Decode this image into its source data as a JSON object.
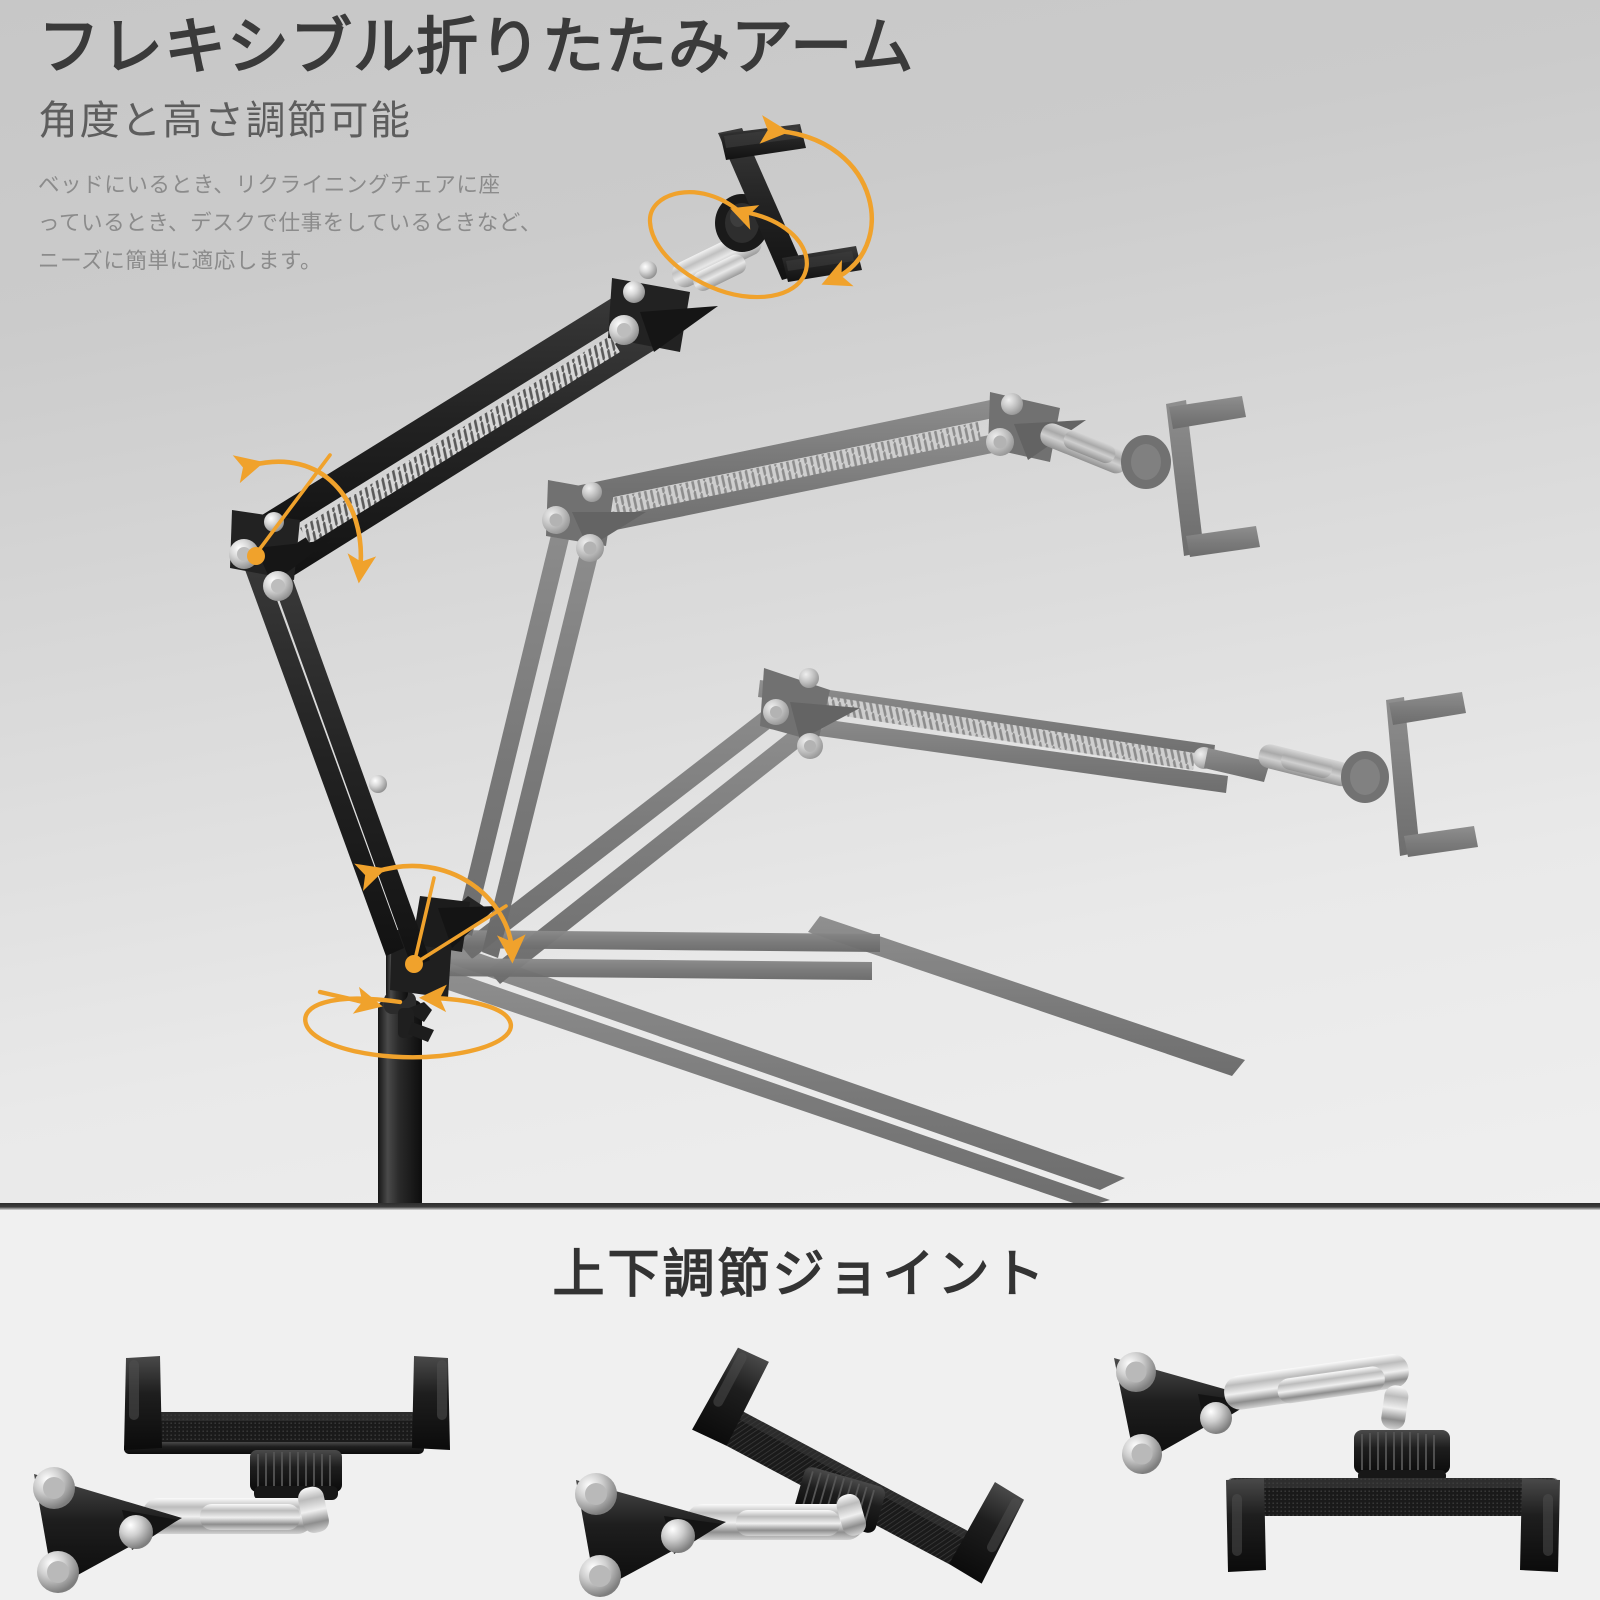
{
  "top": {
    "title": "フレキシブル折りたたみアーム",
    "subtitle": "角度と高さ調節可能",
    "body_lines": [
      "ベッドにいるとき、リクライニングチェアに座",
      "っているとき、デスクで仕事をしているときなど、",
      "ニーズに簡単に適応します。"
    ]
  },
  "bottom": {
    "heading": "上下調節ジョイント"
  },
  "colors": {
    "accent_orange": "#f0a22c",
    "product_black": "#262626",
    "ghost_gray": "#7c7c7c",
    "top_bg": "#cbcbcb",
    "bottom_bg": "#f0f0f0",
    "divider": "#333333",
    "title_text": "#3a3a3a",
    "subtitle_text": "#5d5d5d",
    "body_text": "#8b8b8b",
    "chrome_silver": "#c9c9c9"
  },
  "illustration": {
    "arm_positions": [
      {
        "id": "position-raised-black",
        "state": "active",
        "color": "#262626"
      },
      {
        "id": "position-mid-ghost",
        "state": "ghost",
        "color": "#7c7c7c"
      },
      {
        "id": "position-low-ghost",
        "state": "ghost",
        "color": "#7c7c7c"
      }
    ],
    "motion_arrows": [
      {
        "id": "head-tilt-arc",
        "label": "tilt"
      },
      {
        "id": "head-rotate-ellipse",
        "label": "rotate"
      },
      {
        "id": "elbow-pivot-arc",
        "label": "pivot"
      },
      {
        "id": "base-pivot-arc",
        "label": "pivot"
      },
      {
        "id": "base-rotate-ellipse",
        "label": "360-rotate"
      }
    ]
  },
  "photos": [
    {
      "id": "joint-photo-horizontal",
      "caption": ""
    },
    {
      "id": "joint-photo-angled",
      "caption": ""
    },
    {
      "id": "joint-photo-inverted",
      "caption": ""
    }
  ]
}
